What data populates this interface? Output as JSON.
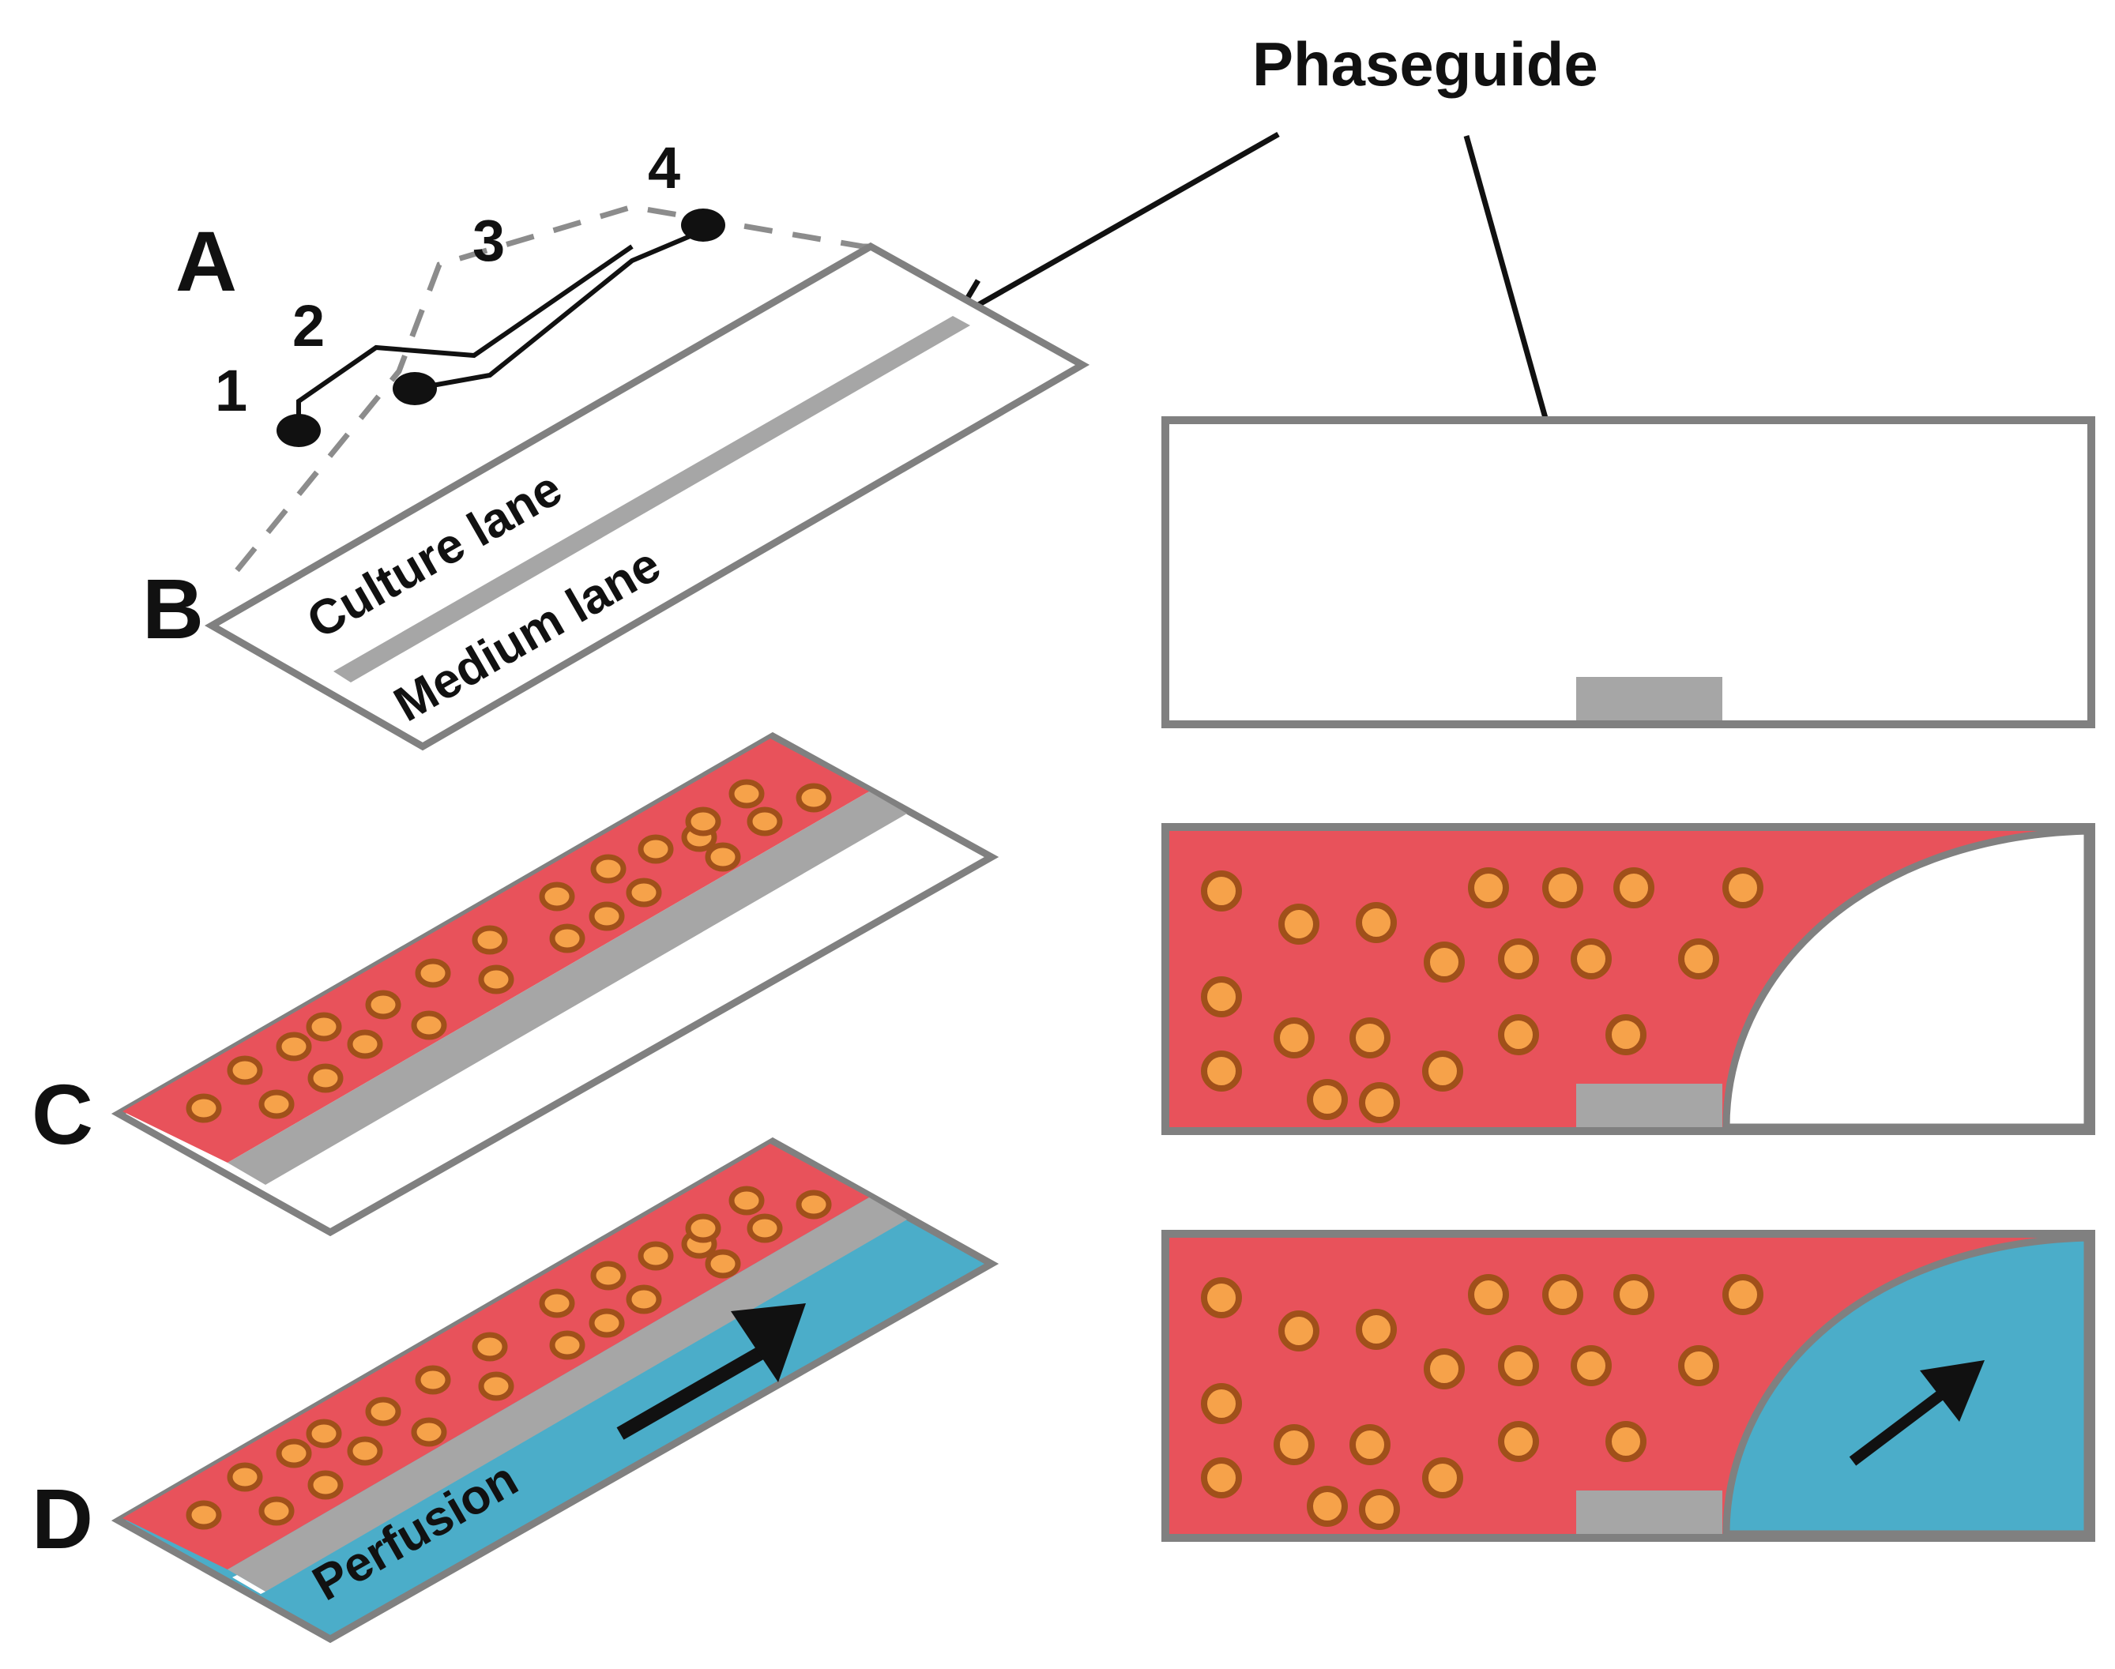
{
  "labels": {
    "phaseguide": "Phaseguide",
    "panel_a": "A",
    "panel_b": "B",
    "panel_c": "C",
    "panel_d": "D",
    "inlet_1": "1",
    "inlet_2": "2",
    "inlet_3": "3",
    "inlet_4": "4",
    "culture_lane": "Culture lane",
    "medium_lane": "Medium lane",
    "perfusion": "Perfusion"
  },
  "colors": {
    "outline": "#808080",
    "phaseguide": "#a6a6a6",
    "culture_gel": "#e8525b",
    "perfusion_medium": "#4badc9",
    "cell_fill": "#f6a24a",
    "cell_ring": "#a0501a",
    "text": "#111111"
  }
}
